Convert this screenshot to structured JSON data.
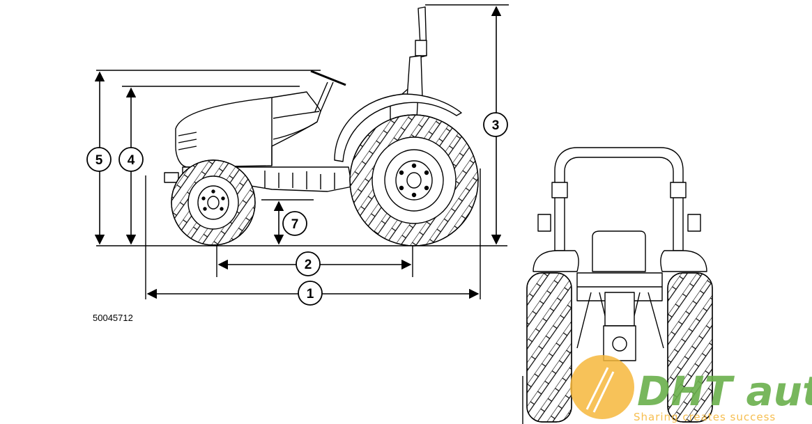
{
  "figure": {
    "id_label": "50045712"
  },
  "callouts": [
    {
      "label": "1",
      "dimension": "overall length"
    },
    {
      "label": "2",
      "dimension": "wheelbase"
    },
    {
      "label": "3",
      "dimension": "height to top of ROPS"
    },
    {
      "label": "4",
      "dimension": "height to hood"
    },
    {
      "label": "5",
      "dimension": "height to steering wheel"
    },
    {
      "label": "7",
      "dimension": "ground clearance"
    }
  ],
  "watermark": {
    "brand": "DHT auto",
    "tagline": "Sharing creates success"
  },
  "colors": {
    "line": "#000000",
    "watermark_orange": "#f6b73c",
    "watermark_green": "#6ab04c"
  }
}
